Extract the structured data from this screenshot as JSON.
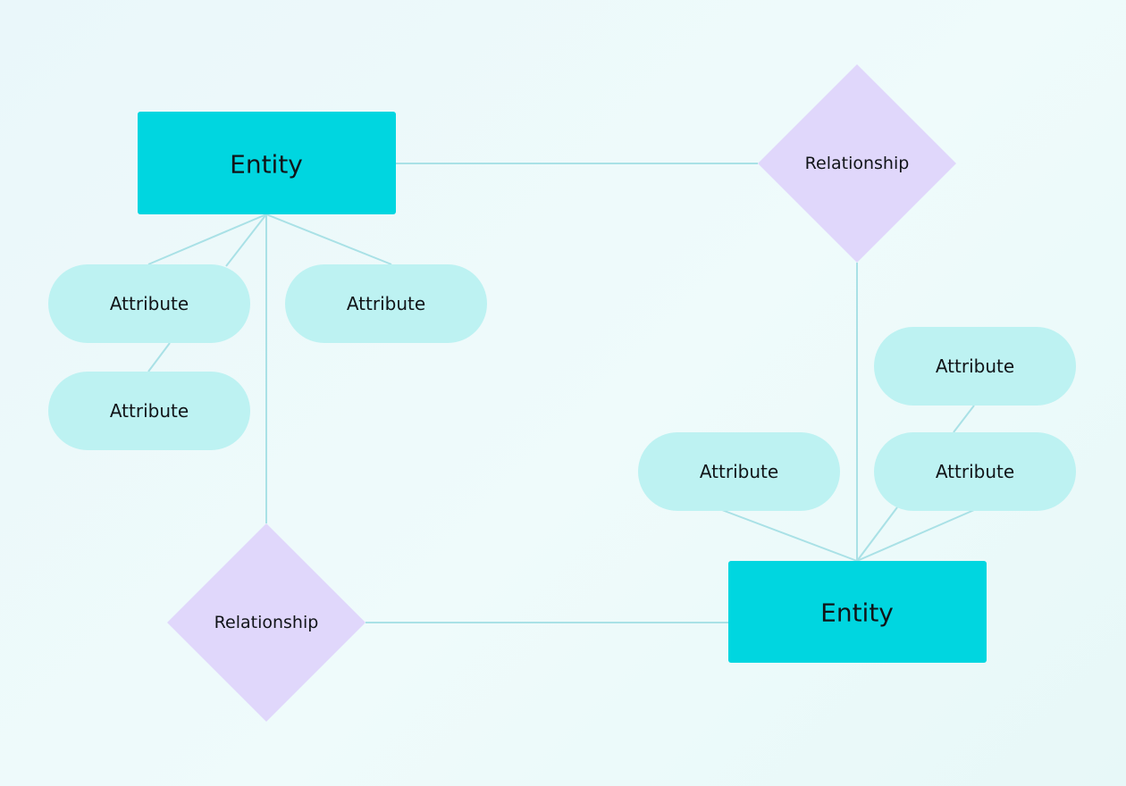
{
  "diagram": {
    "entities": [
      {
        "id": "entity-1",
        "label": "Entity"
      },
      {
        "id": "entity-2",
        "label": "Entity"
      }
    ],
    "relationships": [
      {
        "id": "relationship-1",
        "label": "Relationship"
      },
      {
        "id": "relationship-2",
        "label": "Relationship"
      }
    ],
    "attributes": [
      {
        "id": "attr-1",
        "label": "Attribute"
      },
      {
        "id": "attr-2",
        "label": "Attribute"
      },
      {
        "id": "attr-3",
        "label": "Attribute"
      },
      {
        "id": "attr-4",
        "label": "Attribute"
      },
      {
        "id": "attr-5",
        "label": "Attribute"
      },
      {
        "id": "attr-6",
        "label": "Attribute"
      }
    ],
    "edges": [
      [
        "entity-1",
        "relationship-1"
      ],
      [
        "relationship-1",
        "entity-2"
      ],
      [
        "entity-1",
        "relationship-2"
      ],
      [
        "relationship-2",
        "entity-2"
      ],
      [
        "entity-1",
        "attr-1"
      ],
      [
        "entity-1",
        "attr-2"
      ],
      [
        "entity-1",
        "attr-3"
      ],
      [
        "attr-1",
        "attr-2"
      ],
      [
        "entity-2",
        "attr-4"
      ],
      [
        "entity-2",
        "attr-5"
      ],
      [
        "attr-4",
        "attr-6"
      ],
      [
        "entity-2",
        "attr-5"
      ]
    ],
    "colors": {
      "entity_fill": "#00d6e0",
      "attribute_fill": "#bdf2f2",
      "relationship_fill": "#e0d7fb",
      "connector": "#a9e1e6",
      "text": "#111418"
    }
  }
}
